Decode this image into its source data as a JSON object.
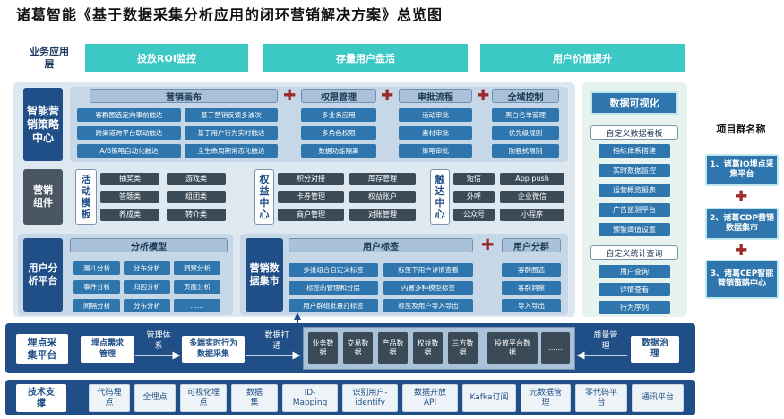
{
  "title": "诸葛智能《基于数据采集分析应用的闭环营销解决方案》总览图",
  "business_layer": {
    "label": "业务应用层",
    "items": [
      "投放ROI监控",
      "存量用户盘活",
      "用户价值提升"
    ]
  },
  "marketing_center": {
    "label": "智能营销策略中心",
    "sections": [
      {
        "title": "营销画布",
        "items": [
          "客群圈选定向事前触达",
          "基于营销反馈多波次",
          "跨渠道跨平台联动触达",
          "基于用户行为实时触达",
          "A/B策略自动化触达",
          "全生命周期常态化触达"
        ]
      },
      {
        "title": "权限管理",
        "items": [
          "多业务应用",
          "多角色权限",
          "数据功能隔离"
        ]
      },
      {
        "title": "审批流程",
        "items": [
          "活动审批",
          "素材审批",
          "策略审批"
        ]
      },
      {
        "title": "全域控制",
        "items": [
          "黑白名单管理",
          "优先级规则",
          "防骚扰限制"
        ]
      }
    ]
  },
  "marketing_components": {
    "label": "营销组件",
    "activity": {
      "label": "活动模板",
      "items": [
        "抽奖类",
        "游戏类",
        "答题类",
        "组团类",
        "养成类",
        "转介类"
      ]
    },
    "rights": {
      "label": "权益中心",
      "items": [
        "积分对接",
        "库存管理",
        "卡券管理",
        "权益账户",
        "商户管理",
        "对账管理"
      ]
    },
    "touch": {
      "label": "触达中心",
      "items": [
        "短信",
        "App push",
        "外呼",
        "企业微信",
        "公众号",
        "小程序"
      ]
    }
  },
  "user_analysis": {
    "label": "用户分析平台",
    "model_title": "分析模型",
    "items": [
      "漏斗分析",
      "分布分析",
      "洞察分析",
      "事件分析",
      "归因分析",
      "页面分析",
      "间隔分析",
      "分布分析",
      "……"
    ]
  },
  "data_market": {
    "label": "营销数据集市",
    "tags_title": "用户标签",
    "tags": [
      "多维组合自定义标签",
      "标签下用户详情查看",
      "标签的管理和分层",
      "内置多种模型标签",
      "用户群组批量打标签",
      "标签及用户导入导出"
    ],
    "group_title": "用户分群",
    "groups": [
      "客群圈选",
      "客群洞察",
      "导入导出"
    ]
  },
  "collection": {
    "label": "埋点采集平台",
    "req": "埋点需求管理",
    "mgmt_label": "管理体系",
    "realtime": "多端实时行为数据采集",
    "connect_label": "数据打通",
    "data_items": [
      "业务数据",
      "交易数据",
      "产品数据",
      "权益数据",
      "三方数据",
      "投放平台数据",
      "……"
    ],
    "quality_label": "质量管理",
    "governance": "数据治理"
  },
  "tech": {
    "label": "技术支撑",
    "items": [
      "代码埋点",
      "全埋点",
      "可视化埋点",
      "数据集",
      "ID-Mapping",
      "识别用户-identify",
      "数据开放API",
      "Kafka订阅",
      "元数据管理",
      "零代码平台",
      "通讯平台"
    ]
  },
  "visualization": {
    "title": "数据可视化",
    "board_title": "自定义数据看板",
    "board_items": [
      "指标体系搭建",
      "实时数据监控",
      "运营概览报表",
      "广告监测平台",
      "预警阈值设置"
    ],
    "stats_title": "自定义统计查询",
    "stats_items": [
      "用户查询",
      "详情查看",
      "行为序列"
    ]
  },
  "project_group": {
    "title": "项目群名称",
    "items": [
      "1、诸葛IO埋点采集平台",
      "2、诸葛CDP营销数据集市",
      "3、诸葛CEP智能营销策略中心"
    ]
  },
  "colors": {
    "teal": "#3cc9c6",
    "navy": "#1f4f86",
    "cell": "#2e76ad",
    "plus": "#9d2b2b"
  }
}
